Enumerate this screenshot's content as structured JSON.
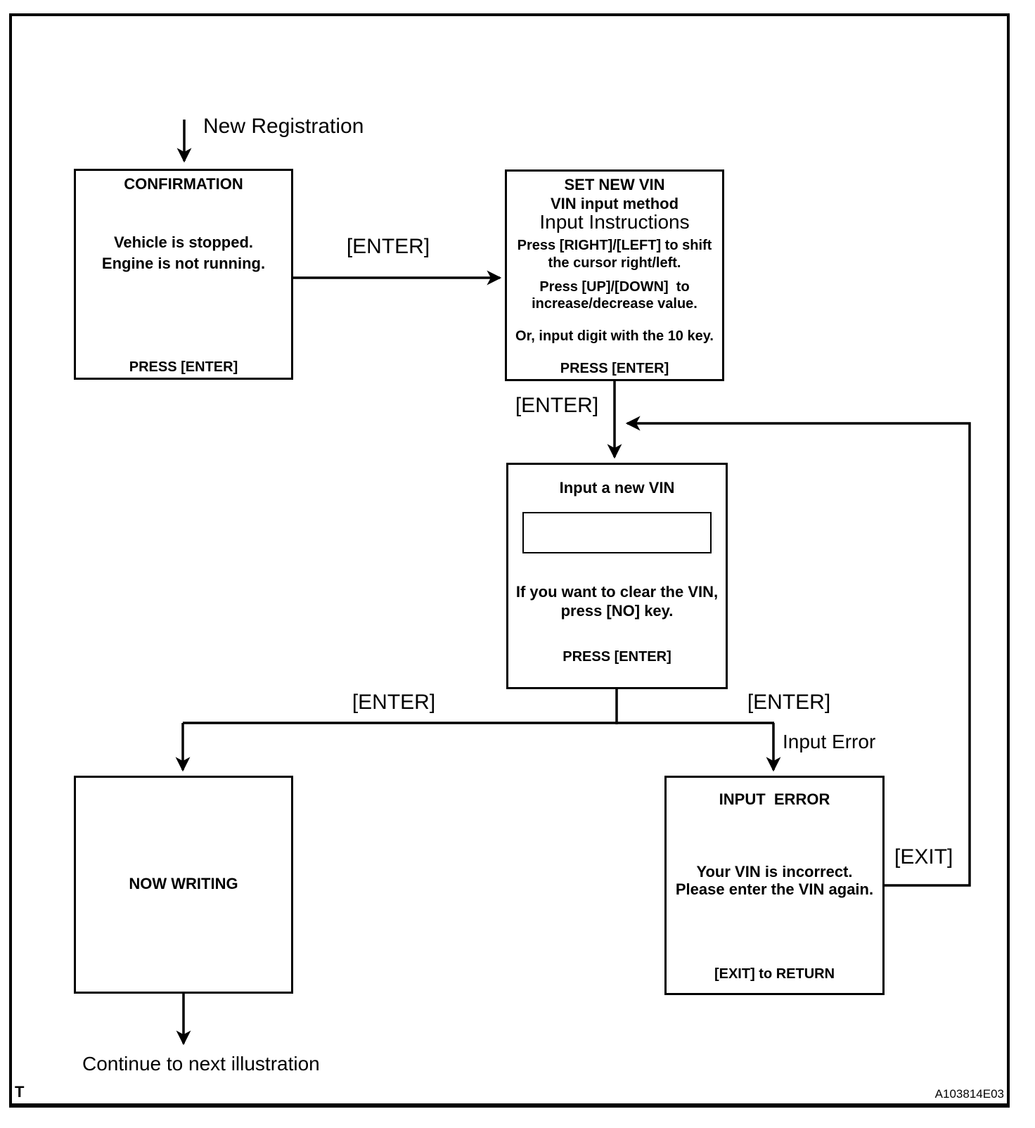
{
  "canvas": {
    "background": "#ffffff",
    "line_color": "#000000"
  },
  "page": {
    "corner_letter": "T",
    "figure_code": "A103814E03"
  },
  "labels": {
    "start": "New Registration",
    "enter": "[ENTER]",
    "input_error": "Input Error",
    "exit": "[EXIT]",
    "continue": "Continue to next illustration"
  },
  "boxes": {
    "confirmation": {
      "title": "CONFIRMATION",
      "line1": "Vehicle is stopped.",
      "line2": "Engine is not running.",
      "footer": "PRESS [ENTER]"
    },
    "set_new_vin": {
      "title": "SET NEW VIN",
      "subtitle": "VIN input method",
      "heading": "Input Instructions",
      "inst1a": "Press [RIGHT]/[LEFT] to shift",
      "inst1b": "the cursor right/left.",
      "inst2a": "Press [UP]/[DOWN]  to",
      "inst2b": "increase/decrease value.",
      "inst3": "Or, input digit with the 10 key.",
      "footer": "PRESS [ENTER]"
    },
    "input_new_vin": {
      "title": "Input a new VIN",
      "vin_field_value": "",
      "line1": "If you want to clear the VIN,",
      "line2": "press [NO] key.",
      "footer": "PRESS [ENTER]"
    },
    "now_writing": {
      "title": "NOW WRITING"
    },
    "input_error": {
      "title": "INPUT  ERROR",
      "line1": "Your VIN is incorrect.",
      "line2": "Please enter the VIN again.",
      "footer": "[EXIT] to RETURN"
    }
  }
}
